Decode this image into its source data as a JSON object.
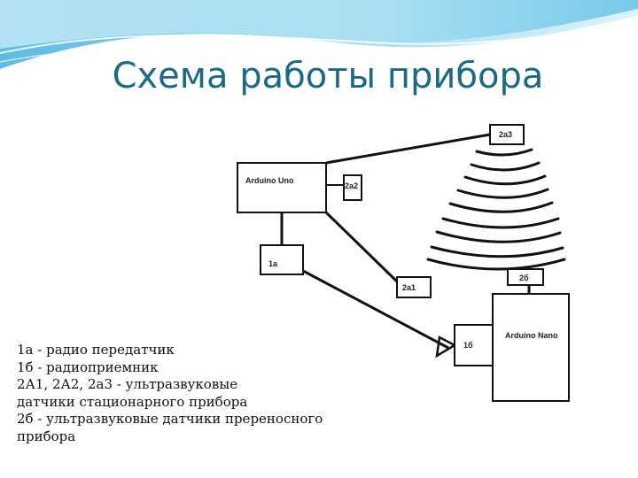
{
  "title": "Схема работы прибора",
  "colors": {
    "title": "#1a6a85",
    "wave_light": "#d9f2fb",
    "wave_mid": "#8fd3ee",
    "wave_dark": "#3fb0de",
    "line": "#111111"
  },
  "nodes": {
    "arduino_uno": "Arduino Uno",
    "arduino_nano": "Arduino Nano",
    "n1a": "1а",
    "n1b": "1б",
    "n2a1": "2а1",
    "n2a2": "2а2",
    "n2a3": "2а3",
    "n2b": "2б"
  },
  "legend": [
    "1а - радио передатчик",
    "1б - радиоприемник",
    "2А1, 2А2, 2а3 - ультразвуковые",
    "датчики стационарного прибора",
    "2б - ультразвуковые датчики преренoсного",
    "прибора"
  ]
}
